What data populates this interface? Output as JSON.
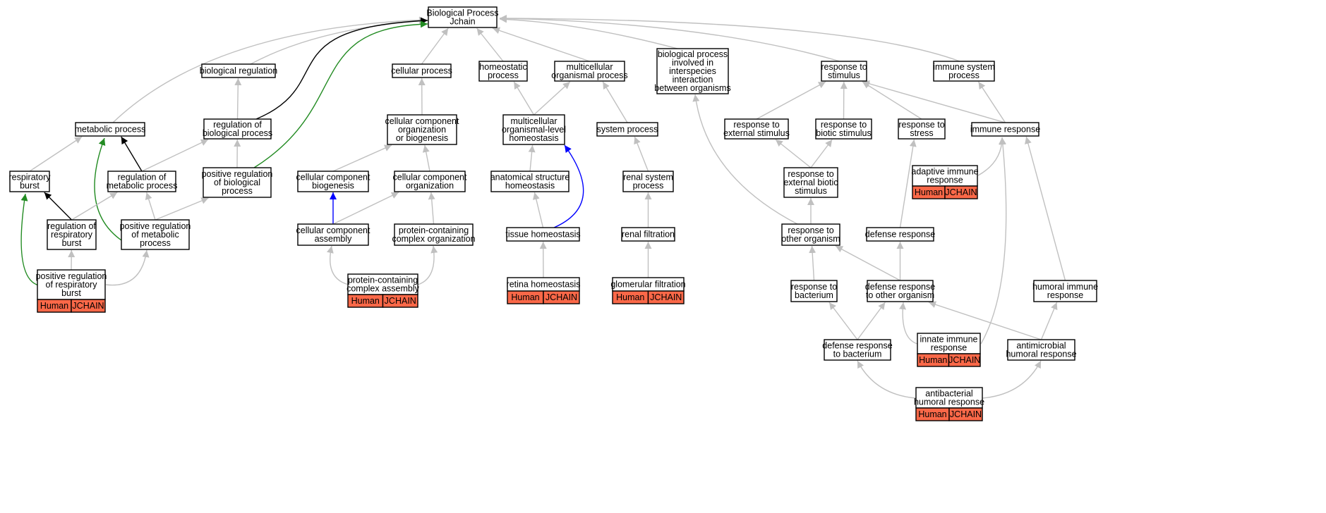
{
  "colors": {
    "is_a": "#c0c0c0",
    "regulates": "#000000",
    "positively_regulates": "#228b22",
    "part_of": "#0000ff",
    "annotation_tag": "#fa6848"
  },
  "tags": {
    "species": "Human",
    "gene": "JCHAIN"
  },
  "nodes": [
    {
      "id": "root",
      "lines": [
        "Biological Process",
        "Jchain"
      ],
      "annotated": false
    },
    {
      "id": "biological_regulation",
      "lines": [
        "biological regulation"
      ],
      "annotated": false
    },
    {
      "id": "cellular_process",
      "lines": [
        "cellular process"
      ],
      "annotated": false
    },
    {
      "id": "homeostatic_process",
      "lines": [
        "homeostatic",
        "process"
      ],
      "annotated": false
    },
    {
      "id": "multicellular_organismal_process",
      "lines": [
        "multicellular",
        "organismal process"
      ],
      "annotated": false
    },
    {
      "id": "interspecies",
      "lines": [
        "biological process",
        "involved in",
        "interspecies",
        "interaction",
        "between organisms"
      ],
      "annotated": false
    },
    {
      "id": "response_to_stimulus",
      "lines": [
        "response to",
        "stimulus"
      ],
      "annotated": false
    },
    {
      "id": "immune_system_process",
      "lines": [
        "immune system",
        "process"
      ],
      "annotated": false
    },
    {
      "id": "metabolic_process",
      "lines": [
        "metabolic process"
      ],
      "annotated": false
    },
    {
      "id": "regulation_of_biological_process",
      "lines": [
        "regulation of",
        "biological process"
      ],
      "annotated": false
    },
    {
      "id": "ccob",
      "lines": [
        "cellular component",
        "organization",
        "or biogenesis"
      ],
      "annotated": false
    },
    {
      "id": "multicellular_homeostasis",
      "lines": [
        "multicellular",
        "organismal-level",
        "homeostasis"
      ],
      "annotated": false
    },
    {
      "id": "system_process",
      "lines": [
        "system process"
      ],
      "annotated": false
    },
    {
      "id": "response_to_external_stimulus",
      "lines": [
        "response to",
        "external stimulus"
      ],
      "annotated": false
    },
    {
      "id": "response_to_biotic_stimulus",
      "lines": [
        "response to",
        "biotic stimulus"
      ],
      "annotated": false
    },
    {
      "id": "response_to_stress",
      "lines": [
        "response to",
        "stress"
      ],
      "annotated": false
    },
    {
      "id": "immune_response",
      "lines": [
        "immune response"
      ],
      "annotated": false
    },
    {
      "id": "respiratory_burst",
      "lines": [
        "respiratory",
        "burst"
      ],
      "annotated": false
    },
    {
      "id": "regulation_of_metabolic_process",
      "lines": [
        "regulation of",
        "metabolic process"
      ],
      "annotated": false
    },
    {
      "id": "positive_regulation_of_biological_process",
      "lines": [
        "positive regulation",
        "of biological",
        "process"
      ],
      "annotated": false
    },
    {
      "id": "cellular_component_biogenesis",
      "lines": [
        "cellular component",
        "biogenesis"
      ],
      "annotated": false
    },
    {
      "id": "cellular_component_organization",
      "lines": [
        "cellular component",
        "organization"
      ],
      "annotated": false
    },
    {
      "id": "anatomical_structure_homeostasis",
      "lines": [
        "anatomical structure",
        "homeostasis"
      ],
      "annotated": false
    },
    {
      "id": "renal_system_process",
      "lines": [
        "renal system",
        "process"
      ],
      "annotated": false
    },
    {
      "id": "response_to_external_biotic_stimulus",
      "lines": [
        "response to",
        "external biotic",
        "stimulus"
      ],
      "annotated": false
    },
    {
      "id": "adaptive_immune_response",
      "lines": [
        "adaptive immune",
        "response"
      ],
      "annotated": true
    },
    {
      "id": "regulation_of_respiratory_burst",
      "lines": [
        "regulation of",
        "respiratory",
        "burst"
      ],
      "annotated": false
    },
    {
      "id": "positive_regulation_of_metabolic_process",
      "lines": [
        "positive regulation",
        "of metabolic",
        "process"
      ],
      "annotated": false
    },
    {
      "id": "cellular_component_assembly",
      "lines": [
        "cellular component",
        "assembly"
      ],
      "annotated": false
    },
    {
      "id": "protein_containing_complex_organization",
      "lines": [
        "protein-containing",
        "complex organization"
      ],
      "annotated": false
    },
    {
      "id": "tissue_homeostasis",
      "lines": [
        "tissue homeostasis"
      ],
      "annotated": false
    },
    {
      "id": "renal_filtration",
      "lines": [
        "renal filtration"
      ],
      "annotated": false
    },
    {
      "id": "response_to_other_organism",
      "lines": [
        "response to",
        "other organism"
      ],
      "annotated": false
    },
    {
      "id": "defense_response",
      "lines": [
        "defense response"
      ],
      "annotated": false
    },
    {
      "id": "positive_regulation_of_respiratory_burst",
      "lines": [
        "positive regulation",
        "of respiratory",
        "burst"
      ],
      "annotated": true
    },
    {
      "id": "protein_containing_complex_assembly",
      "lines": [
        "protein-containing",
        "complex assembly"
      ],
      "annotated": true
    },
    {
      "id": "retina_homeostasis",
      "lines": [
        "retina homeostasis"
      ],
      "annotated": true
    },
    {
      "id": "glomerular_filtration",
      "lines": [
        "glomerular filtration"
      ],
      "annotated": true
    },
    {
      "id": "response_to_bacterium",
      "lines": [
        "response to",
        "bacterium"
      ],
      "annotated": false
    },
    {
      "id": "defense_response_to_other_organism",
      "lines": [
        "defense response",
        "to other organism"
      ],
      "annotated": false
    },
    {
      "id": "humoral_immune_response",
      "lines": [
        "humoral immune",
        "response"
      ],
      "annotated": false
    },
    {
      "id": "defense_response_to_bacterium",
      "lines": [
        "defense response",
        "to bacterium"
      ],
      "annotated": false
    },
    {
      "id": "innate_immune_response",
      "lines": [
        "innate immune",
        "response"
      ],
      "annotated": true
    },
    {
      "id": "antimicrobial_humoral_response",
      "lines": [
        "antimicrobial",
        "humoral response"
      ],
      "annotated": false
    },
    {
      "id": "antibacterial_humoral_response",
      "lines": [
        "antibacterial",
        "humoral response"
      ],
      "annotated": true
    }
  ],
  "edges": [
    {
      "from": "biological_regulation",
      "to": "root",
      "relation": "is_a"
    },
    {
      "from": "cellular_process",
      "to": "root",
      "relation": "is_a"
    },
    {
      "from": "homeostatic_process",
      "to": "root",
      "relation": "is_a"
    },
    {
      "from": "multicellular_organismal_process",
      "to": "root",
      "relation": "is_a"
    },
    {
      "from": "interspecies",
      "to": "root",
      "relation": "is_a"
    },
    {
      "from": "response_to_stimulus",
      "to": "root",
      "relation": "is_a"
    },
    {
      "from": "immune_system_process",
      "to": "root",
      "relation": "is_a"
    },
    {
      "from": "metabolic_process",
      "to": "root",
      "relation": "is_a"
    },
    {
      "from": "regulation_of_biological_process",
      "to": "root",
      "relation": "regulates"
    },
    {
      "from": "positive_regulation_of_biological_process",
      "to": "root",
      "relation": "positively_regulates"
    },
    {
      "from": "regulation_of_biological_process",
      "to": "biological_regulation",
      "relation": "is_a"
    },
    {
      "from": "ccob",
      "to": "cellular_process",
      "relation": "is_a"
    },
    {
      "from": "multicellular_homeostasis",
      "to": "homeostatic_process",
      "relation": "is_a"
    },
    {
      "from": "multicellular_homeostasis",
      "to": "multicellular_organismal_process",
      "relation": "is_a"
    },
    {
      "from": "system_process",
      "to": "multicellular_organismal_process",
      "relation": "is_a"
    },
    {
      "from": "response_to_external_stimulus",
      "to": "response_to_stimulus",
      "relation": "is_a"
    },
    {
      "from": "response_to_biotic_stimulus",
      "to": "response_to_stimulus",
      "relation": "is_a"
    },
    {
      "from": "response_to_stress",
      "to": "response_to_stimulus",
      "relation": "is_a"
    },
    {
      "from": "immune_response",
      "to": "response_to_stimulus",
      "relation": "is_a"
    },
    {
      "from": "immune_response",
      "to": "immune_system_process",
      "relation": "is_a"
    },
    {
      "from": "respiratory_burst",
      "to": "metabolic_process",
      "relation": "is_a"
    },
    {
      "from": "regulation_of_metabolic_process",
      "to": "metabolic_process",
      "relation": "regulates"
    },
    {
      "from": "positive_regulation_of_metabolic_process",
      "to": "metabolic_process",
      "relation": "positively_regulates"
    },
    {
      "from": "regulation_of_metabolic_process",
      "to": "regulation_of_biological_process",
      "relation": "is_a"
    },
    {
      "from": "positive_regulation_of_biological_process",
      "to": "regulation_of_biological_process",
      "relation": "is_a"
    },
    {
      "from": "cellular_component_biogenesis",
      "to": "ccob",
      "relation": "is_a"
    },
    {
      "from": "cellular_component_organization",
      "to": "ccob",
      "relation": "is_a"
    },
    {
      "from": "anatomical_structure_homeostasis",
      "to": "multicellular_homeostasis",
      "relation": "is_a"
    },
    {
      "from": "tissue_homeostasis",
      "to": "multicellular_homeostasis",
      "relation": "part_of"
    },
    {
      "from": "renal_system_process",
      "to": "system_process",
      "relation": "is_a"
    },
    {
      "from": "response_to_external_biotic_stimulus",
      "to": "response_to_external_stimulus",
      "relation": "is_a"
    },
    {
      "from": "response_to_external_biotic_stimulus",
      "to": "response_to_biotic_stimulus",
      "relation": "is_a"
    },
    {
      "from": "adaptive_immune_response",
      "to": "immune_response",
      "relation": "is_a"
    },
    {
      "from": "regulation_of_respiratory_burst",
      "to": "respiratory_burst",
      "relation": "regulates"
    },
    {
      "from": "positive_regulation_of_respiratory_burst",
      "to": "respiratory_burst",
      "relation": "positively_regulates"
    },
    {
      "from": "regulation_of_respiratory_burst",
      "to": "regulation_of_metabolic_process",
      "relation": "is_a"
    },
    {
      "from": "positive_regulation_of_metabolic_process",
      "to": "regulation_of_metabolic_process",
      "relation": "is_a"
    },
    {
      "from": "positive_regulation_of_metabolic_process",
      "to": "positive_regulation_of_biological_process",
      "relation": "is_a"
    },
    {
      "from": "cellular_component_assembly",
      "to": "cellular_component_biogenesis",
      "relation": "part_of"
    },
    {
      "from": "cellular_component_assembly",
      "to": "cellular_component_organization",
      "relation": "is_a"
    },
    {
      "from": "protein_containing_complex_organization",
      "to": "cellular_component_organization",
      "relation": "is_a"
    },
    {
      "from": "tissue_homeostasis",
      "to": "anatomical_structure_homeostasis",
      "relation": "is_a"
    },
    {
      "from": "renal_filtration",
      "to": "renal_system_process",
      "relation": "is_a"
    },
    {
      "from": "response_to_other_organism",
      "to": "interspecies",
      "relation": "is_a"
    },
    {
      "from": "response_to_other_organism",
      "to": "response_to_external_biotic_stimulus",
      "relation": "is_a"
    },
    {
      "from": "defense_response",
      "to": "response_to_stress",
      "relation": "is_a"
    },
    {
      "from": "positive_regulation_of_respiratory_burst",
      "to": "regulation_of_respiratory_burst",
      "relation": "is_a"
    },
    {
      "from": "positive_regulation_of_respiratory_burst",
      "to": "positive_regulation_of_metabolic_process",
      "relation": "is_a"
    },
    {
      "from": "protein_containing_complex_assembly",
      "to": "cellular_component_assembly",
      "relation": "is_a"
    },
    {
      "from": "protein_containing_complex_assembly",
      "to": "protein_containing_complex_organization",
      "relation": "is_a"
    },
    {
      "from": "retina_homeostasis",
      "to": "tissue_homeostasis",
      "relation": "is_a"
    },
    {
      "from": "glomerular_filtration",
      "to": "renal_filtration",
      "relation": "is_a"
    },
    {
      "from": "response_to_bacterium",
      "to": "response_to_other_organism",
      "relation": "is_a"
    },
    {
      "from": "defense_response_to_other_organism",
      "to": "response_to_other_organism",
      "relation": "is_a"
    },
    {
      "from": "defense_response_to_other_organism",
      "to": "defense_response",
      "relation": "is_a"
    },
    {
      "from": "humoral_immune_response",
      "to": "immune_response",
      "relation": "is_a"
    },
    {
      "from": "defense_response_to_bacterium",
      "to": "response_to_bacterium",
      "relation": "is_a"
    },
    {
      "from": "defense_response_to_bacterium",
      "to": "defense_response_to_other_organism",
      "relation": "is_a"
    },
    {
      "from": "innate_immune_response",
      "to": "defense_response_to_other_organism",
      "relation": "is_a"
    },
    {
      "from": "innate_immune_response",
      "to": "immune_response",
      "relation": "is_a"
    },
    {
      "from": "antimicrobial_humoral_response",
      "to": "defense_response_to_other_organism",
      "relation": "is_a"
    },
    {
      "from": "antimicrobial_humoral_response",
      "to": "humoral_immune_response",
      "relation": "is_a"
    },
    {
      "from": "antibacterial_humoral_response",
      "to": "defense_response_to_bacterium",
      "relation": "is_a"
    },
    {
      "from": "antibacterial_humoral_response",
      "to": "antimicrobial_humoral_response",
      "relation": "is_a"
    }
  ]
}
